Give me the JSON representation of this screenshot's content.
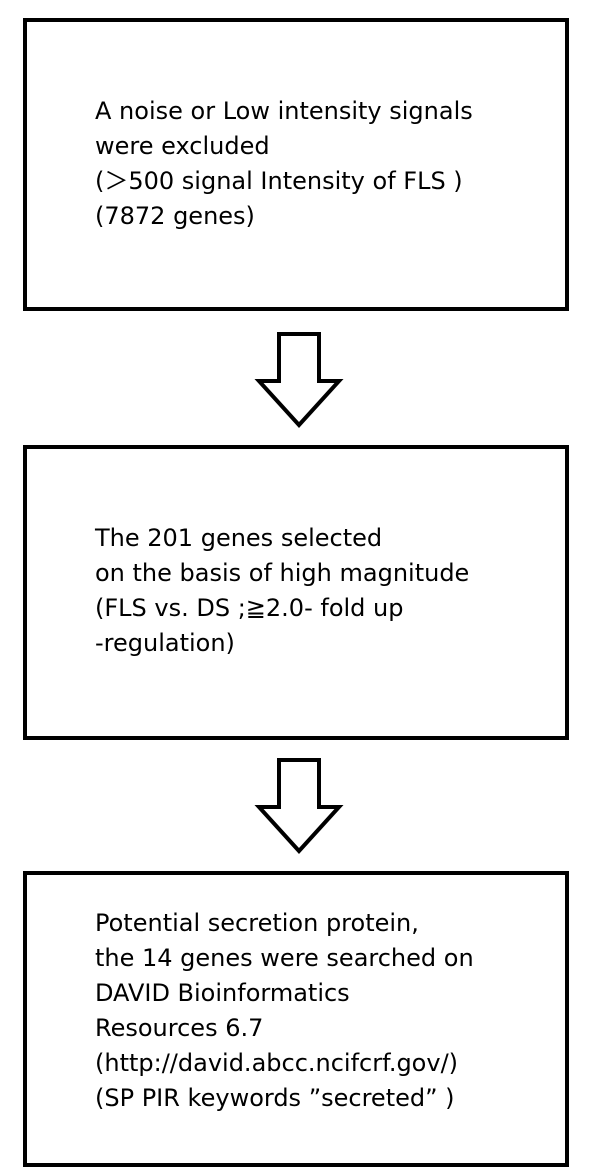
{
  "boxes": [
    {
      "lines": [
        "A noise or Low intensity signals",
        "were excluded",
        "(＞500 signal Intensity of FLS )",
        "(7872 genes)"
      ]
    },
    {
      "lines": [
        "The 201 genes selected",
        "on the basis of high magnitude",
        "(FLS vs. DS ;≧2.0- fold  up",
        "-regulation)"
      ]
    },
    {
      "lines": [
        "Potential secretion protein,",
        "the 14 genes were searched on",
        "DAVID Bioinformatics",
        "Resources 6.7",
        "(http://david.abcc.ncifcrf.gov/)",
        "(SP PIR keywords ”secreted” )"
      ]
    }
  ],
  "colors": {
    "stroke": "#000000",
    "background": "#ffffff"
  }
}
